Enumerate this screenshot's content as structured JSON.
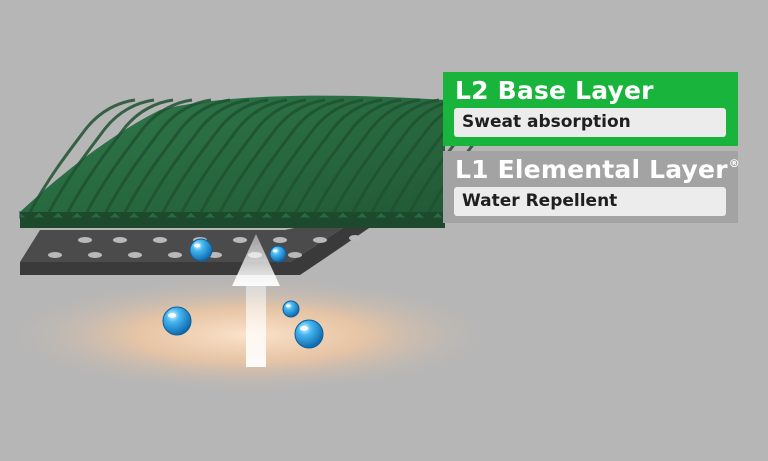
{
  "layers": [
    {
      "id": "l2",
      "title": "L2 Base Layer",
      "title_suffix": "",
      "subtitle": "Sweat absorption",
      "color": "#19b43c"
    },
    {
      "id": "l1",
      "title": "L1 Elemental Layer",
      "title_suffix": "®",
      "subtitle": "Water Repellent",
      "color": "#a3a3a3"
    }
  ],
  "colors": {
    "background": "#b6b6b6",
    "fabric_green": "#2e6e43",
    "fabric_gray": "#4a4a4a",
    "skin_glow": "#f6c9a0",
    "droplet": "#2a9fe0"
  },
  "icons": [
    "upward-arrow-icon",
    "water-droplet-icon"
  ]
}
